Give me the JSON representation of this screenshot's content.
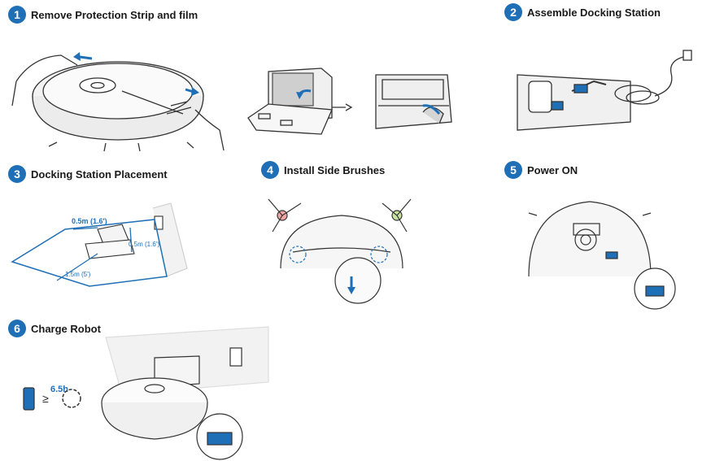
{
  "steps": [
    {
      "number": "1",
      "title": "Remove Protection Strip and film"
    },
    {
      "number": "2",
      "title": "Assemble Docking Station"
    },
    {
      "number": "3",
      "title": "Docking Station Placement"
    },
    {
      "number": "4",
      "title": "Install Side Brushes"
    },
    {
      "number": "5",
      "title": "Power ON"
    },
    {
      "number": "6",
      "title": "Charge Robot"
    }
  ],
  "placement": {
    "side_left": "0.5m (1.6')",
    "side_right": "0.5m (1.6')",
    "front": "1.5m (5')"
  },
  "charge": {
    "duration": "6.5h",
    "gte": "≥"
  },
  "colors": {
    "accent": "#1f6fb7",
    "line": "#333333",
    "light": "#d8d8d8"
  }
}
